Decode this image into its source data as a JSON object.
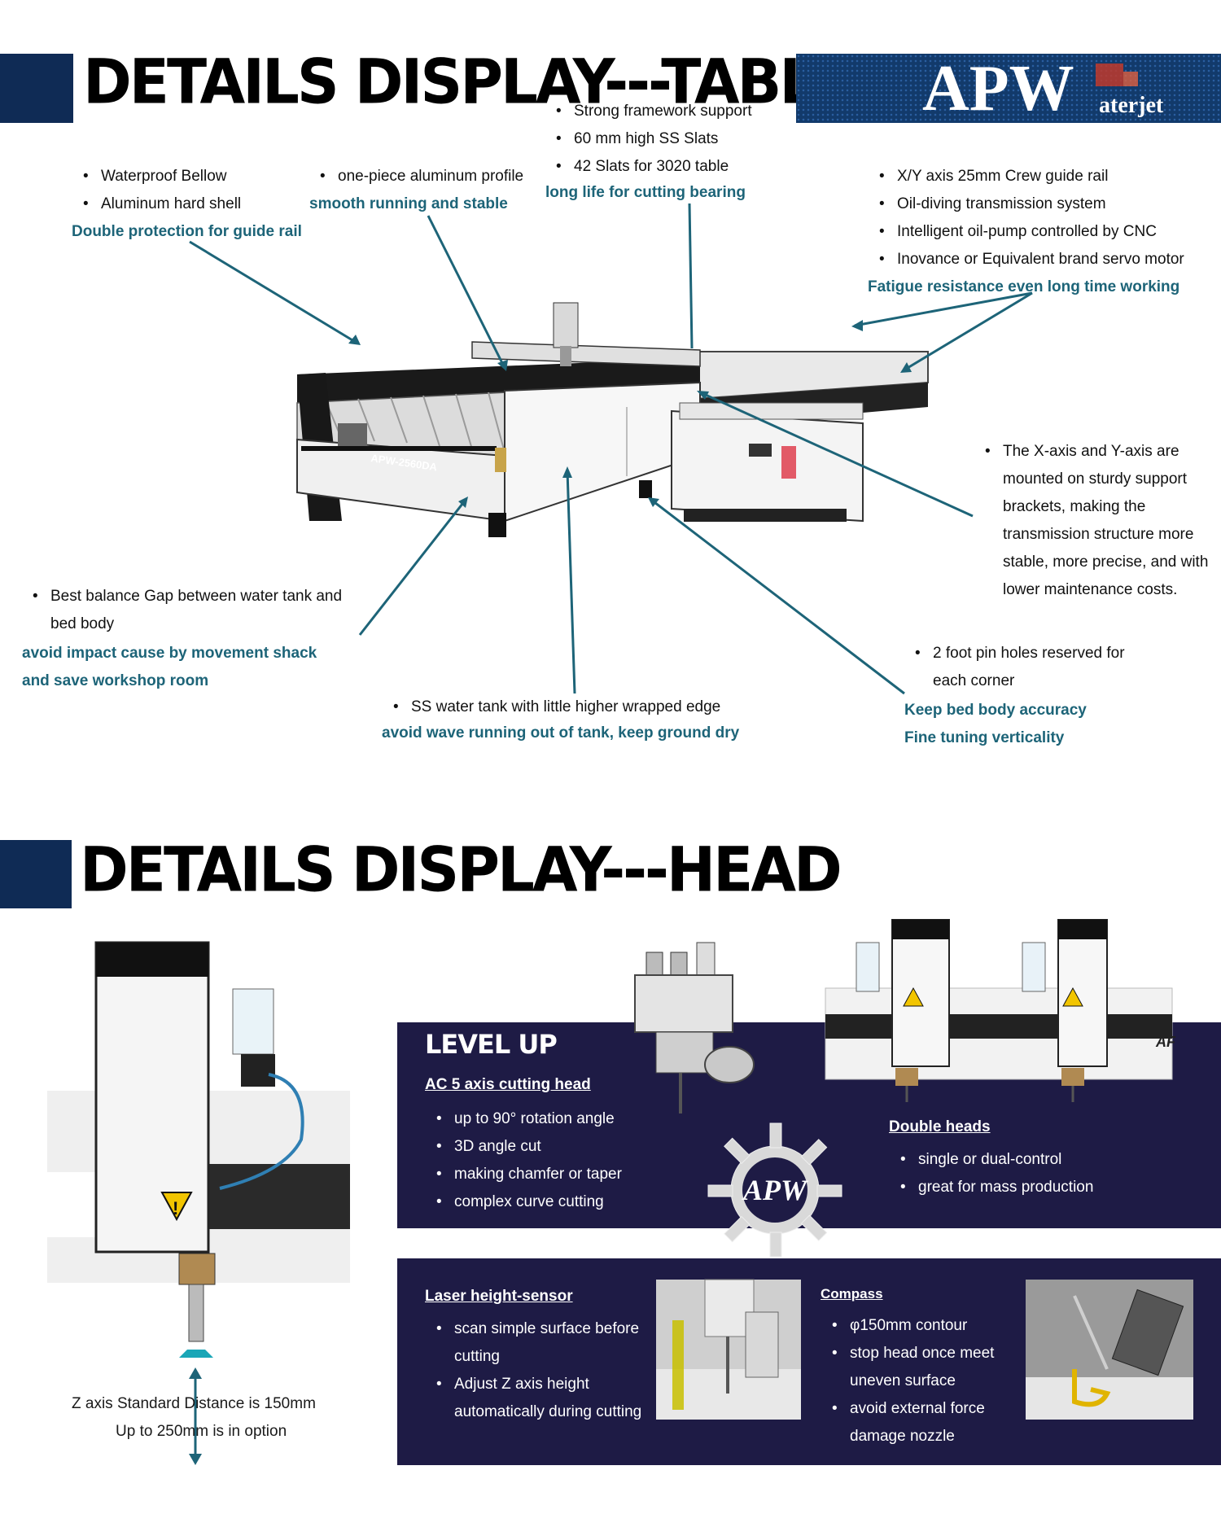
{
  "table_section": {
    "title": "DETAILS DISPLAY---TABLE",
    "groups": {
      "bellow": {
        "bullets": [
          "Waterproof Bellow",
          "Aluminum hard shell"
        ],
        "note": "Double protection for guide rail"
      },
      "profile": {
        "bullets": [
          "one-piece aluminum profile"
        ],
        "note": "smooth running and stable"
      },
      "slats": {
        "bullets": [
          "Strong framework support",
          "60 mm high SS Slats",
          "42 Slats for 3020 table"
        ],
        "note": "long life for cutting bearing"
      },
      "rail": {
        "bullets": [
          "X/Y axis 25mm Crew guide rail",
          "Oil-diving transmission system",
          "Intelligent oil-pump controlled by CNC",
          "Inovance or Equivalent brand servo motor"
        ],
        "note": "Fatigue resistance even long time working"
      },
      "bracket": {
        "text": "The X-axis and Y-axis are mounted on sturdy support brackets, making the transmission structure more stable, more precise, and with lower maintenance costs."
      },
      "gap": {
        "bullets": [
          "Best balance Gap between water tank and bed body"
        ],
        "note": "avoid impact cause by movement shack and save workshop room"
      },
      "tank": {
        "bullets": [
          "SS water tank with little higher wrapped edge"
        ],
        "note": "avoid wave running out of tank, keep ground dry"
      },
      "pins": {
        "bullets": [
          "2 foot pin holes reserved for each corner"
        ],
        "notes": [
          "Keep bed body accuracy",
          "Fine tuning verticality"
        ]
      }
    },
    "machine_label": "APW-2560DA"
  },
  "logo": {
    "main": "APW",
    "sub": "aterjet"
  },
  "head_section": {
    "title": "DETAILS DISPLAY---HEAD",
    "z_axis": {
      "line1": "Z axis Standard Distance is 150mm",
      "line2": "Up to 250mm is in option"
    },
    "level_up": "LEVEL UP",
    "ac5": {
      "title": "AC 5 axis cutting head",
      "bullets": [
        "up to 90° rotation angle",
        "3D angle cut",
        "making chamfer or taper",
        "complex curve cutting"
      ]
    },
    "double": {
      "title": "Double heads",
      "bullets": [
        "single or dual-control",
        "great for mass production"
      ]
    },
    "laser": {
      "title": "Laser height-sensor",
      "bullets": [
        "scan simple surface before cutting",
        "Adjust Z axis height automatically during cutting"
      ]
    },
    "compass": {
      "title": "Compass",
      "bullets": [
        "φ150mm contour",
        "stop head once meet uneven surface",
        "avoid external force damage nozzle"
      ]
    },
    "gear_logo": "APW",
    "side_text": "AF"
  },
  "colors": {
    "accent": "#1d6478",
    "navy": "#0f2b55",
    "panel": "#1e1b45"
  }
}
